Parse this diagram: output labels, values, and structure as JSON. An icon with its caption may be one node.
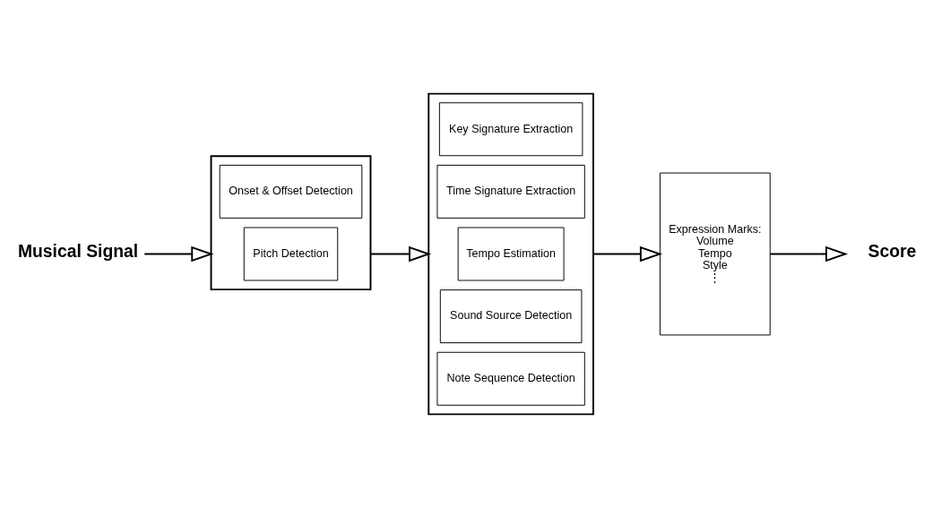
{
  "diagram": {
    "nodes": [
      {
        "text": [
          "Musical Signal"
        ]
      },
      {
        "text": [],
        "shape": "box"
      },
      {
        "text": [
          "Onset & Offset Detection"
        ],
        "in": 1
      },
      {
        "text": [
          "Pitch Detection"
        ],
        "in": 1
      },
      {
        "text": [],
        "shape": "box"
      },
      {
        "text": [
          "Key Signature Extraction"
        ],
        "in": 4
      },
      {
        "text": [
          "Time Signature Extraction"
        ],
        "in": 4
      },
      {
        "text": [
          "Tempo Estimation"
        ],
        "in": 4
      },
      {
        "text": [
          "Sound Source Detection"
        ],
        "in": 4
      },
      {
        "text": [
          "Note Sequence Detection"
        ],
        "in": 4
      },
      {
        "text": [
          "Expression Marks:",
          "Volume",
          "Tempo",
          "Style",
          "⋮"
        ]
      },
      {
        "text": [
          "Score"
        ]
      }
    ],
    "edges": [
      {
        "from": 0,
        "to": 1,
        "arrow": "to"
      },
      {
        "from": 1,
        "to": 4,
        "arrow": "to"
      },
      {
        "from": 4,
        "to": 10,
        "arrow": "to"
      },
      {
        "from": 10,
        "to": 11,
        "arrow": "to"
      }
    ]
  }
}
